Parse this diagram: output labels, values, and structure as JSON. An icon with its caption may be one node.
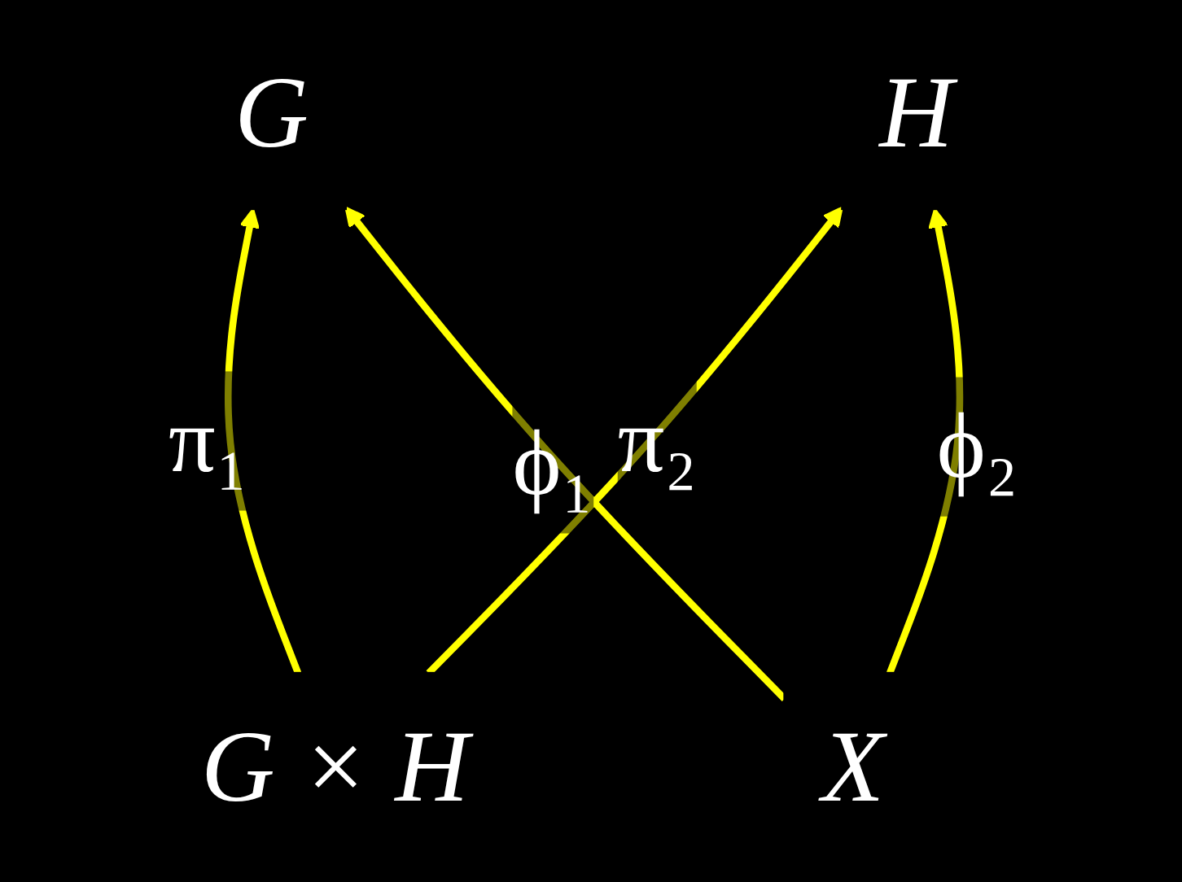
{
  "diagram": {
    "nodes": [
      {
        "text": [
          "G"
        ]
      },
      {
        "text": [
          "H"
        ]
      },
      {
        "text": [
          "G × H"
        ]
      },
      {
        "text": [
          "X"
        ]
      }
    ],
    "edges": [
      {
        "from": 2,
        "to": 0,
        "arrow": "to",
        "label": "π₁"
      },
      {
        "from": 2,
        "to": 1,
        "arrow": "to",
        "label": "π₂"
      },
      {
        "from": 3,
        "to": 0,
        "arrow": "to",
        "label": "ϕ₁"
      },
      {
        "from": 3,
        "to": 1,
        "arrow": "to",
        "label": "ϕ₂"
      }
    ]
  }
}
